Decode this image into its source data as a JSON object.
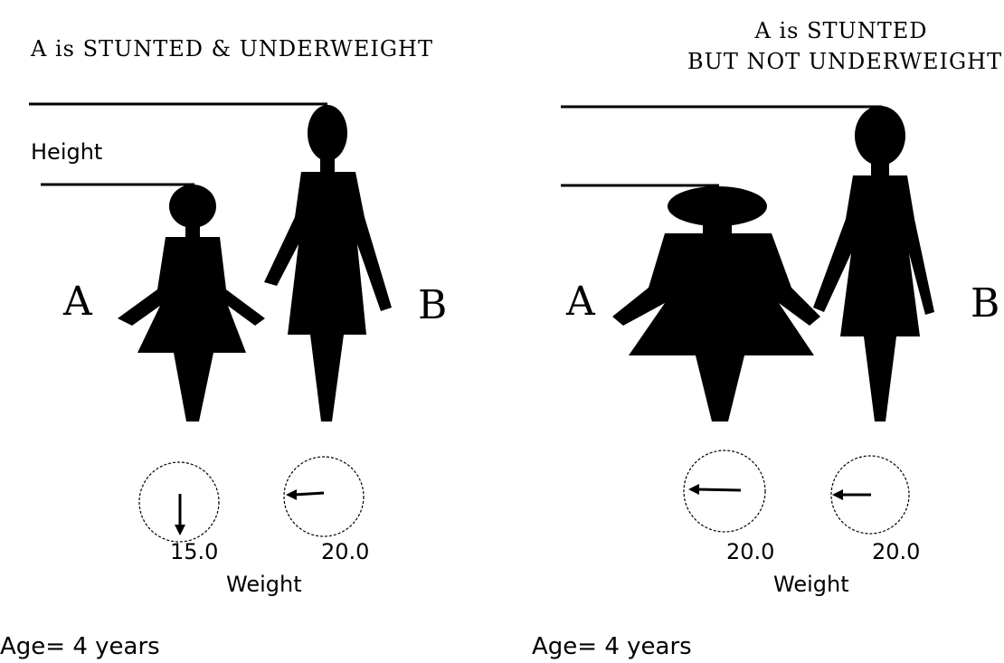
{
  "panels": [
    {
      "title_lines": [
        "A is STUNTED & UNDERWEIGHT"
      ],
      "height_label": "Height",
      "figure_a_label": "A",
      "figure_b_label": "B",
      "weight_a": "15.0",
      "weight_b": "20.0",
      "weight_label": "Weight",
      "age_label": "Age= 4 years"
    },
    {
      "title_lines": [
        "A is STUNTED",
        "BUT NOT UNDERWEIGHT"
      ],
      "figure_a_label": "A",
      "figure_b_label": "B",
      "weight_a": "20.0",
      "weight_b": "20.0",
      "weight_label": "Weight",
      "age_label": "Age= 4 years"
    }
  ]
}
